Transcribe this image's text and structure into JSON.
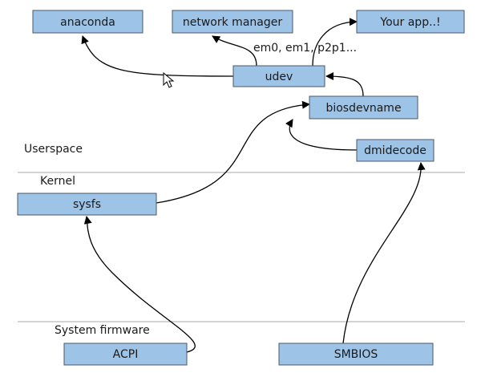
{
  "nodes": {
    "anaconda": "anaconda",
    "network_manager": "network manager",
    "your_app": "Your app..!",
    "udev": "udev",
    "biosdevname": "biosdevname",
    "dmidecode": "dmidecode",
    "sysfs": "sysfs",
    "acpi": "ACPI",
    "smbios": "SMBIOS"
  },
  "layers": {
    "userspace": "Userspace",
    "kernel": "Kernel",
    "system_firmware": "System firmware"
  },
  "edge_labels": {
    "interfaces": "em0, em1, p2p1..."
  },
  "colors": {
    "node_fill": "#9dc3e6",
    "node_border": "#4a5a6a",
    "divider": "#a8a8a8"
  }
}
